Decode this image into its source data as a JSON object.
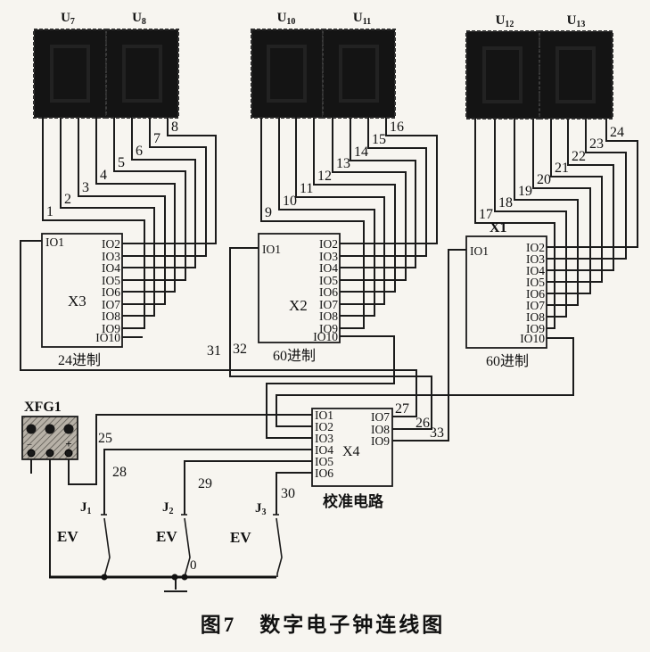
{
  "figure": {
    "number": "图7",
    "caption": "数字电子钟连线图"
  },
  "displays": [
    {
      "base": "U",
      "sub": "7"
    },
    {
      "base": "U",
      "sub": "8"
    },
    {
      "base": "U",
      "sub": "10"
    },
    {
      "base": "U",
      "sub": "11"
    },
    {
      "base": "U",
      "sub": "12"
    },
    {
      "base": "U",
      "sub": "13"
    }
  ],
  "counters": {
    "x3": {
      "label": "X3",
      "type": "24进制",
      "ports": [
        "IO1",
        "IO2",
        "IO3",
        "IO4",
        "IO5",
        "IO6",
        "IO7",
        "IO8",
        "IO9",
        "IO10"
      ]
    },
    "x2": {
      "label": "X2",
      "type": "60进制",
      "ports": [
        "IO1",
        "IO2",
        "IO3",
        "IO4",
        "IO5",
        "IO6",
        "IO7",
        "IO8",
        "IO9",
        "IO10"
      ]
    },
    "x1": {
      "label": "X1",
      "type": "60进制",
      "ports": [
        "IO1",
        "IO2",
        "IO3",
        "IO4",
        "IO5",
        "IO6",
        "IO7",
        "IO8",
        "IO9",
        "IO10"
      ]
    }
  },
  "calibrator": {
    "label": "X4",
    "caption": "校准电路",
    "left_ports": [
      "IO1",
      "IO2",
      "IO3",
      "IO4",
      "IO5",
      "IO6"
    ],
    "right_ports": [
      "IO7",
      "IO8",
      "IO9"
    ]
  },
  "generator": {
    "label": "XFG1",
    "minus": "−",
    "plus": "+"
  },
  "switches": [
    {
      "label": "J",
      "sub": "1",
      "type": "EV"
    },
    {
      "label": "J",
      "sub": "2",
      "type": "EV"
    },
    {
      "label": "J",
      "sub": "3",
      "type": "EV"
    }
  ],
  "ground_net": "0",
  "wires": [
    "1",
    "2",
    "3",
    "4",
    "5",
    "6",
    "7",
    "8",
    "9",
    "10",
    "11",
    "12",
    "13",
    "14",
    "15",
    "16",
    "17",
    "18",
    "19",
    "20",
    "21",
    "22",
    "23",
    "24",
    "25",
    "26",
    "27",
    "28",
    "29",
    "30",
    "31",
    "32",
    "33"
  ]
}
